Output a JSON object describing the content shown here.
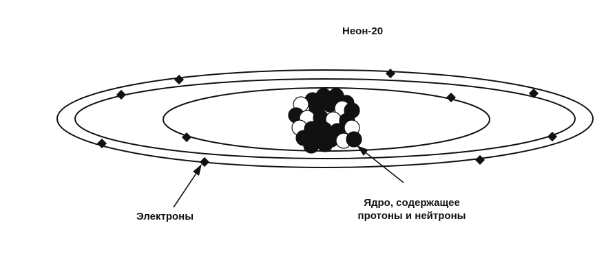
{
  "title": "Неон-20",
  "labels": {
    "electrons": "Электроны",
    "nucleus_line1": "Ядро,  содержащее",
    "nucleus_line2": "протоны и нейтроны"
  },
  "colors": {
    "background": "#ffffff",
    "ink": "#111111",
    "proton_fill": "#ffffff",
    "neutron_fill": "#111111"
  },
  "counts": {
    "inner_shell_electrons": 2,
    "outer_shell_electrons": 8
  }
}
